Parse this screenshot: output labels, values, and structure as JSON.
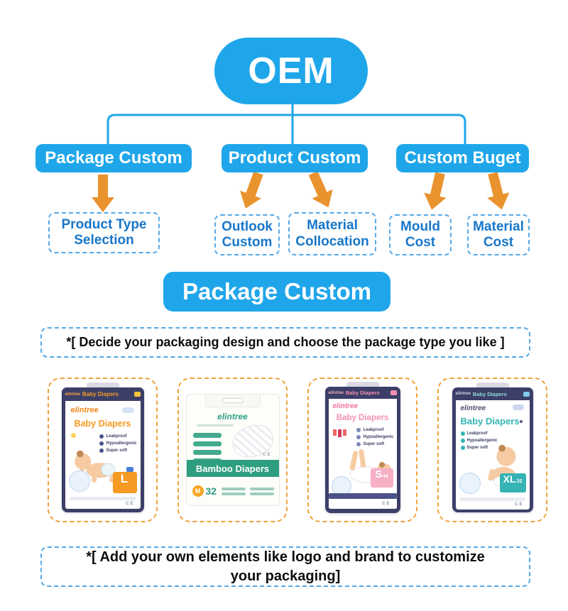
{
  "colors": {
    "primary_blue": "#1fa6ea",
    "arrow_orange": "#e9932f",
    "dash_blue": "#55a9e8",
    "text_blue": "#1877c9",
    "card_dash_orange": "#f0a23c"
  },
  "flowchart": {
    "root": "OEM",
    "branches": [
      {
        "label": "Package Custom"
      },
      {
        "label": "Product Custom"
      },
      {
        "label": "Custom Buget"
      }
    ],
    "children": [
      {
        "label": "Product Type Selection"
      },
      {
        "label": "Outlook Custom"
      },
      {
        "label": "Material Collocation"
      },
      {
        "label": "Mould Cost"
      },
      {
        "label": "Material Cost"
      }
    ]
  },
  "section_title": "Package Custom",
  "notes": {
    "top": "*[ Decide your packaging design and choose the package type you like ]",
    "bottom": "*[ Add your own elements like logo and brand to customize your packaging]"
  },
  "products": [
    {
      "theme": "orange",
      "brand": "elintree",
      "top_label": "Baby Diapers",
      "name": "Baby Diapers",
      "features": [
        "Leakproof",
        "Hypoallergenic",
        "Super soft"
      ],
      "size": "L",
      "count": ""
    },
    {
      "theme": "green",
      "brand": "elintree",
      "name": "Bamboo Diapers",
      "size": "M",
      "count": "32"
    },
    {
      "theme": "pink",
      "brand": "elintree",
      "top_label": "Baby Diapers",
      "name": "Baby Diapers",
      "features": [
        "Leakproof",
        "Hypoallergenic",
        "Super soft"
      ],
      "size": "S",
      "count": "44"
    },
    {
      "theme": "teal",
      "brand": "elintree",
      "top_label": "Baby Diapers",
      "name": "Baby Diapers",
      "features": [
        "Leakproof",
        "Hypoallergenic",
        "Super soft"
      ],
      "size": "XL",
      "count": "32"
    }
  ]
}
